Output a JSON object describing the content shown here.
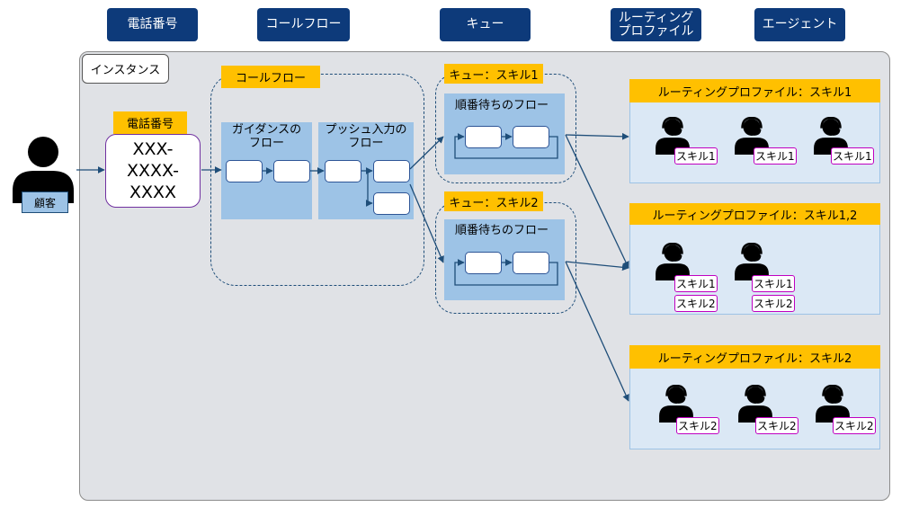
{
  "headers": {
    "phone_number": "電話番号",
    "call_flow": "コールフロー",
    "queue": "キュー",
    "routing_profile": "ルーティング\nプロファイル",
    "agent": "エージェント"
  },
  "customer": {
    "label": "顧客"
  },
  "instance": {
    "label": "インスタンス"
  },
  "phone": {
    "label": "電話番号",
    "number": "XXX-\nXXXX-\nXXXX"
  },
  "call_flow": {
    "label": "コールフロー",
    "guidance_flow": "ガイダンスの\nフロー",
    "push_input_flow": "プッシュ入力の\nフロー"
  },
  "queues": [
    {
      "label": "キュー：スキル1",
      "flow": "順番待ちのフロー"
    },
    {
      "label": "キュー：スキル2",
      "flow": "順番待ちのフロー"
    }
  ],
  "routing_profiles": [
    {
      "label": "ルーティングプロファイル：スキル1",
      "agents": [
        [
          "スキル1"
        ],
        [
          "スキル1"
        ],
        [
          "スキル1"
        ]
      ]
    },
    {
      "label": "ルーティングプロファイル：スキル1,2",
      "agents": [
        [
          "スキル1",
          "スキル2"
        ],
        [
          "スキル1",
          "スキル2"
        ]
      ]
    },
    {
      "label": "ルーティングプロファイル：スキル2",
      "agents": [
        [
          "スキル2"
        ],
        [
          "スキル2"
        ],
        [
          "スキル2"
        ]
      ]
    }
  ],
  "colors": {
    "header_bg": "#0d3a7a",
    "label_yellow": "#ffc000",
    "flow_box": "#9dc3e6",
    "routing_bg": "#dbe8f5",
    "skill_border": "#c000c0",
    "phone_border": "#7030a0",
    "arrow": "#1f4e79"
  }
}
